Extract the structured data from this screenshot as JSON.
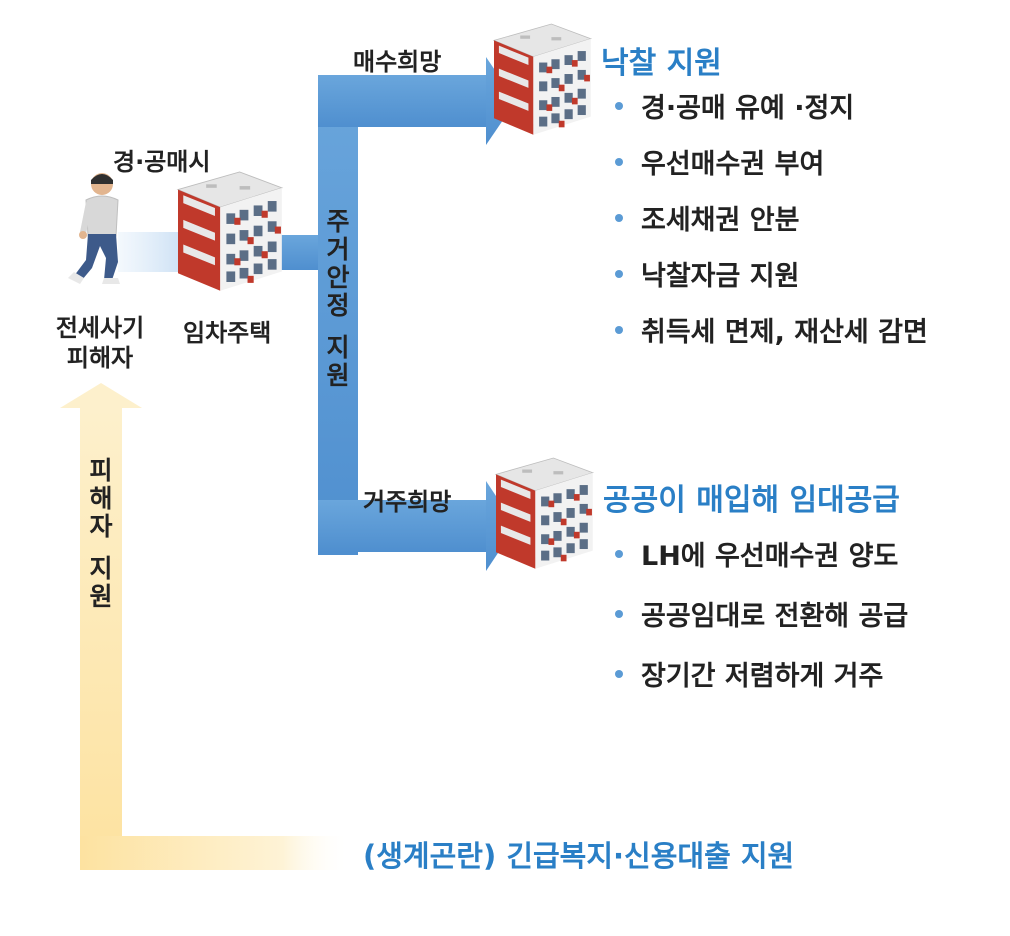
{
  "labels": {
    "auction_time": "경·공매시",
    "victim_line1": "전세사기",
    "victim_line2": "피해자",
    "rental_house": "임차주택",
    "want_purchase": "매수희망",
    "want_reside": "거주희망"
  },
  "vertical_labels": {
    "housing_support": [
      "주",
      "거",
      "안",
      "정",
      "",
      "지",
      "원"
    ],
    "victim_support": [
      "피",
      "해",
      "자",
      "",
      "지",
      "원"
    ]
  },
  "branches": {
    "auction": {
      "title": "낙찰 지원",
      "items": [
        "경·공매 유예 ·정지",
        "우선매수권 부여",
        "조세채권 안분",
        "낙찰자금 지원",
        "취득세 면제, 재산세 감면"
      ]
    },
    "public": {
      "title": "공공이 매입해 임대공급",
      "items": [
        "LH에 우선매수권 양도",
        "공공임대로 전환해 공급",
        "장기간 저렴하게 거주"
      ]
    }
  },
  "bottom": {
    "text": "(생계곤란) 긴급복지·신용대출 지원"
  },
  "colors": {
    "flow_blue": "#5b9bd5",
    "heading_blue": "#2a7fc6",
    "support_yellow": "#fde6a6",
    "brick_red": "#c0392b"
  },
  "icons": [
    "person-icon",
    "apartment-building-icon"
  ]
}
